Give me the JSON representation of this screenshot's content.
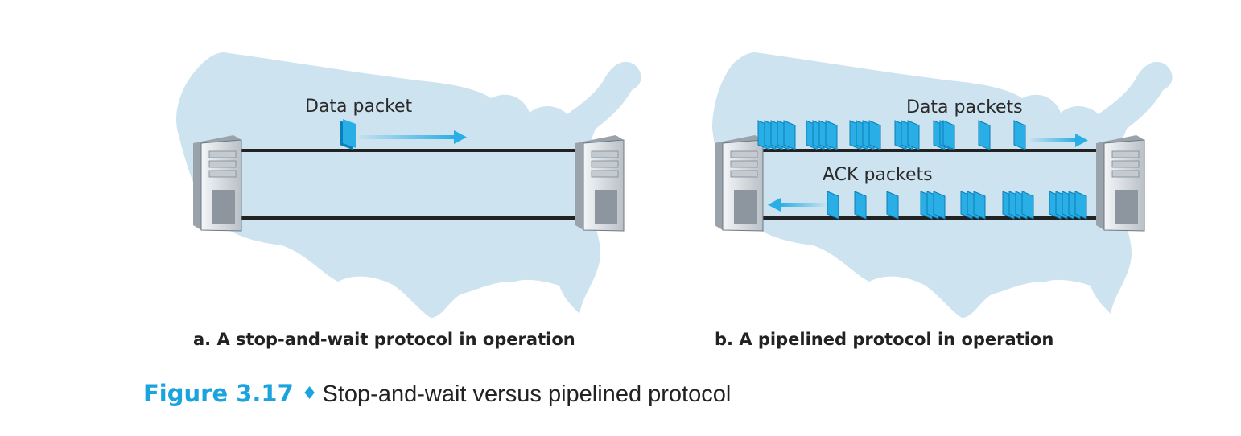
{
  "panels": {
    "a": {
      "caption": "a. A stop-and-wait protocol in operation",
      "data_label": "Data packet"
    },
    "b": {
      "caption": "b. A pipelined protocol in operation",
      "data_label": "Data packets",
      "ack_label": "ACK packets"
    }
  },
  "figure": {
    "number": "Figure 3.17",
    "separator": "♦",
    "title": "Stop-and-wait versus pipelined protocol"
  },
  "colors": {
    "map": "#cde3ef",
    "packet": "#29aee6",
    "packet_dark": "#0b7fb8",
    "link": "#222222",
    "accent": "#1ba3de"
  }
}
